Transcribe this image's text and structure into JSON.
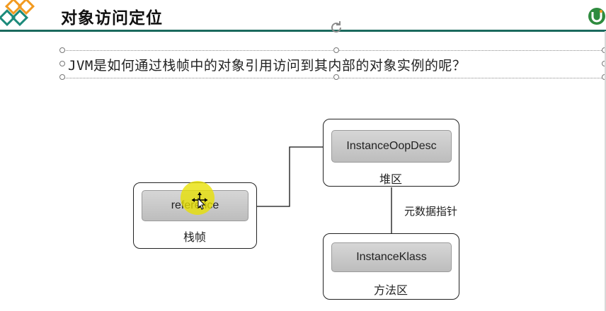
{
  "slide": {
    "title": "对象访问定位",
    "question": "JVM是如何通过栈帧中的对象引用访问到其内部的对象实例的呢？"
  },
  "diagram": {
    "stack": {
      "item": "reference",
      "label": "栈帧"
    },
    "heap": {
      "item": "InstanceOopDesc",
      "label": "堆区"
    },
    "method_area": {
      "item": "InstanceKlass",
      "label": "方法区"
    },
    "edge_label": "元数据指针"
  },
  "colors": {
    "accent": "#1b6a5e",
    "logo_orange": "#f29a1f",
    "logo_teal": "#1b8a7a",
    "highlight": "#e8e000"
  }
}
